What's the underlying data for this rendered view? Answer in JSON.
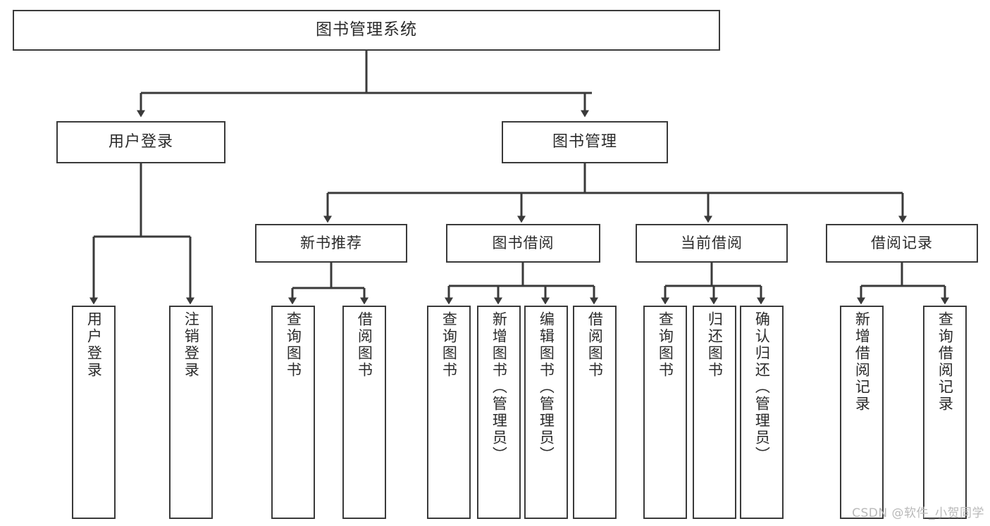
{
  "diagram": {
    "title": "图书管理系统",
    "type": "tree-hierarchy",
    "root": {
      "id": "root",
      "label": "图书管理系统"
    },
    "level2": [
      {
        "id": "user-login",
        "label": "用户登录"
      },
      {
        "id": "book-manage",
        "label": "图书管理"
      }
    ],
    "level3": [
      {
        "id": "new-book-rec",
        "label": "新书推荐"
      },
      {
        "id": "book-borrow",
        "label": "图书借阅"
      },
      {
        "id": "current-borrow",
        "label": "当前借阅"
      },
      {
        "id": "borrow-record",
        "label": "借阅记录"
      }
    ],
    "leaves": [
      {
        "id": "leaf-user-login",
        "label": "用户登录",
        "parent": "user-login"
      },
      {
        "id": "leaf-logout-login",
        "label": "注销登录",
        "parent": "user-login"
      },
      {
        "id": "leaf-query-book-1",
        "label": "查询图书",
        "parent": "new-book-rec"
      },
      {
        "id": "leaf-borrow-book-1",
        "label": "借阅图书",
        "parent": "new-book-rec"
      },
      {
        "id": "leaf-query-book-2",
        "label": "查询图书",
        "parent": "book-borrow"
      },
      {
        "id": "leaf-add-book",
        "label": "新增图书（管理员）",
        "parent": "book-borrow"
      },
      {
        "id": "leaf-edit-book",
        "label": "编辑图书（管理员）",
        "parent": "book-borrow"
      },
      {
        "id": "leaf-borrow-book-2",
        "label": "借阅图书",
        "parent": "book-borrow"
      },
      {
        "id": "leaf-query-book-3",
        "label": "查询图书",
        "parent": "current-borrow"
      },
      {
        "id": "leaf-return-book",
        "label": "归还图书",
        "parent": "current-borrow"
      },
      {
        "id": "leaf-confirm-return",
        "label": "确认归还（管理员）",
        "parent": "current-borrow"
      },
      {
        "id": "leaf-add-record",
        "label": "新增借阅记录",
        "parent": "borrow-record"
      },
      {
        "id": "leaf-query-record",
        "label": "查询借阅记录",
        "parent": "borrow-record"
      }
    ],
    "watermark": "CSDN @软件_小贺同学",
    "colors": {
      "box_border": "#3a3a3a",
      "box_fill": "#ffffff",
      "text": "#2b2b2b",
      "edge": "#3a3a3a",
      "watermark": "#b9b9b9",
      "page_background": "#ffffff"
    }
  }
}
